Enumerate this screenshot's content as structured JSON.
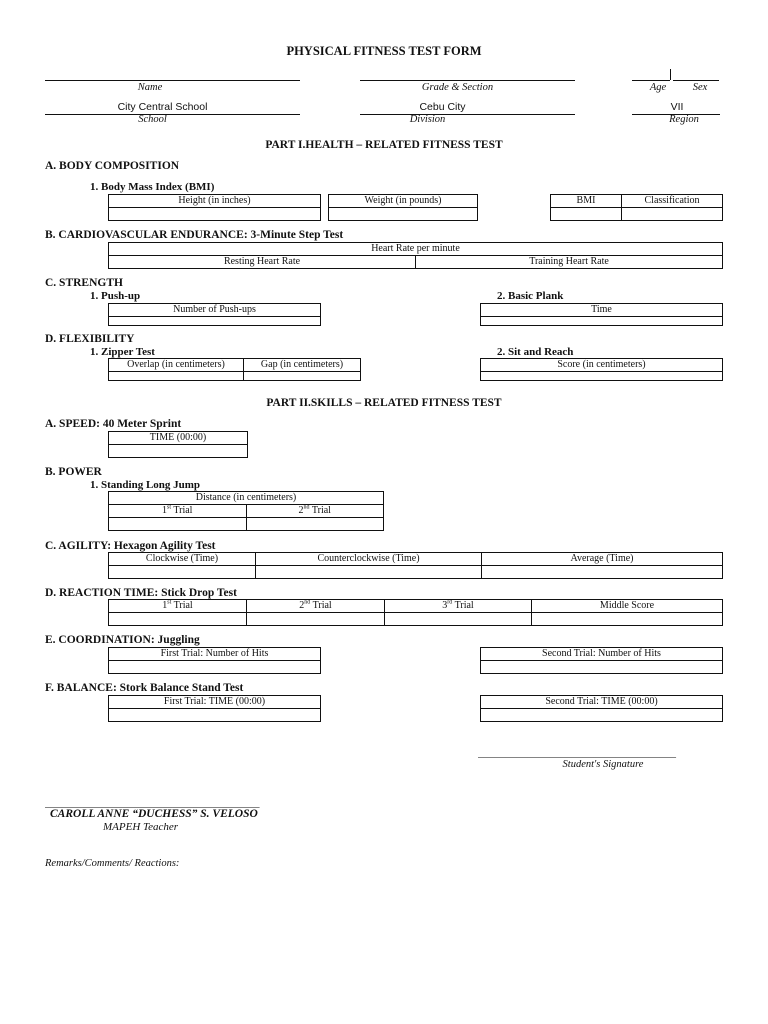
{
  "form_title": "PHYSICAL FITNESS TEST FORM",
  "header": {
    "name_label": "Name",
    "grade_label": "Grade & Section",
    "age_label": "Age",
    "sex_label": "Sex",
    "school_value": "City Central School",
    "school_label": "School",
    "division_value": "Cebu City",
    "division_label": "Division",
    "region_value": "VII",
    "region_label": "Region"
  },
  "part1": {
    "title": "PART I.HEALTH – RELATED FITNESS TEST",
    "body_comp": {
      "heading": "A. BODY COMPOSITION",
      "bmi_sub": "1. Body Mass Index (BMI)",
      "height": "Height (in inches)",
      "weight": "Weight (in pounds)",
      "bmi": "BMI",
      "classification": "Classification"
    },
    "cardio": {
      "heading": "B. CARDIOVASCULAR ENDURANCE: 3-Minute Step Test",
      "hr_header": "Heart Rate per minute",
      "resting": "Resting Heart Rate",
      "training": "Training Heart Rate"
    },
    "strength": {
      "heading": "C. STRENGTH",
      "pushup_sub": "1. Push-up",
      "pushup_col": "Number of Push-ups",
      "plank_sub": "2. Basic Plank",
      "plank_col": "Time"
    },
    "flexibility": {
      "heading": "D. FLEXIBILITY",
      "zipper_sub": "1. Zipper Test",
      "overlap": "Overlap (in centimeters)",
      "gap": "Gap (in centimeters)",
      "sitreach_sub": "2. Sit and Reach",
      "score": "Score (in centimeters)"
    }
  },
  "part2": {
    "title": "PART II.SKILLS – RELATED FITNESS TEST",
    "speed": {
      "heading": "A. SPEED: 40 Meter Sprint",
      "time_col": "TIME (00:00)"
    },
    "power": {
      "heading": "B. POWER",
      "jump_sub": "1. Standing Long Jump",
      "distance": "Distance  (in centimeters)",
      "trial1_num": "1",
      "trial1_sup": "st",
      "trial2_num": "2",
      "trial2_sup": "nd",
      "trial3_num": "3",
      "trial3_sup": "rd",
      "trial_word": " Trial"
    },
    "agility": {
      "heading": "C. AGILITY: Hexagon Agility Test",
      "clockwise": "Clockwise (Time)",
      "counter": "Counterclockwise (Time)",
      "average": "Average (Time)"
    },
    "reaction": {
      "heading": "D. REACTION TIME: Stick Drop Test",
      "middle": "Middle Score"
    },
    "coordination": {
      "heading": "E. COORDINATION:  Juggling",
      "first": "First Trial: Number of Hits",
      "second": "Second Trial: Number of Hits"
    },
    "balance": {
      "heading": "F. BALANCE: Stork Balance Stand Test",
      "first": "First Trial: TIME (00:00)",
      "second": "Second Trial: TIME (00:00)"
    }
  },
  "signature": {
    "student_line": "____________________________________",
    "student_label": "Student's Signature",
    "teacher_line": "_______________________________________",
    "teacher_name": "CAROLL ANNE “DUCHESS” S. VELOSO",
    "teacher_title": "MAPEH Teacher"
  },
  "remarks": "Remarks/Comments/ Reactions:"
}
